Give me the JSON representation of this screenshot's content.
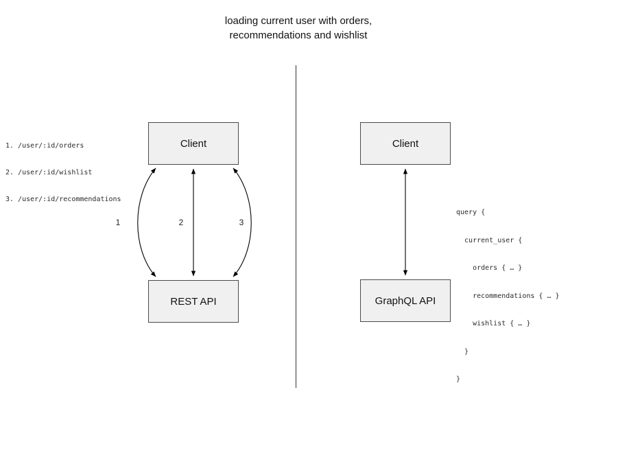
{
  "title": {
    "line1": "loading current user with orders,",
    "line2": "recommendations and wishlist"
  },
  "rest": {
    "client_label": "Client",
    "api_label": "REST API",
    "endpoints": [
      "1. /user/:id/orders",
      "2. /user/:id/wishlist",
      "3. /user/:id/recommendations"
    ],
    "arrow_labels": [
      "1",
      "2",
      "3"
    ]
  },
  "graphql": {
    "client_label": "Client",
    "api_label": "GraphQL API",
    "query_lines": [
      "query {",
      "  current_user {",
      "    orders { … }",
      "    recommendations { … }",
      "    wishlist { … }",
      "  }",
      "}"
    ]
  },
  "colors": {
    "box_fill": "#f0f0f0",
    "box_border": "#4a4a4a",
    "line": "#000000"
  }
}
